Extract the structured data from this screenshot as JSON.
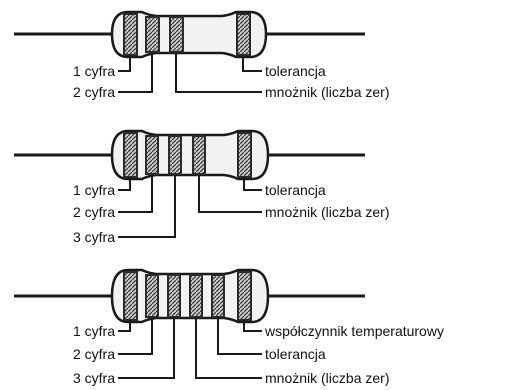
{
  "diagrams": [
    {
      "left_labels": [
        "1 cyfra",
        "2 cyfra"
      ],
      "right_labels": [
        "tolerancja",
        "mnożnik (liczba zer)"
      ]
    },
    {
      "left_labels": [
        "1 cyfra",
        "2 cyfra",
        "3 cyfra"
      ],
      "right_labels": [
        "tolerancja",
        "mnożnik (liczba zer)"
      ]
    },
    {
      "left_labels": [
        "1 cyfra",
        "2 cyfra",
        "3 cyfra"
      ],
      "right_labels": [
        "współczynnik temperaturowy",
        "tolerancja",
        "mnożnik (liczba zer)"
      ]
    }
  ],
  "colors": {
    "ink": "#1a1a1a",
    "band_dark": "#2b2b2b",
    "band_mid": "#8a8a8a",
    "body_fill": "#f2f2f2"
  }
}
